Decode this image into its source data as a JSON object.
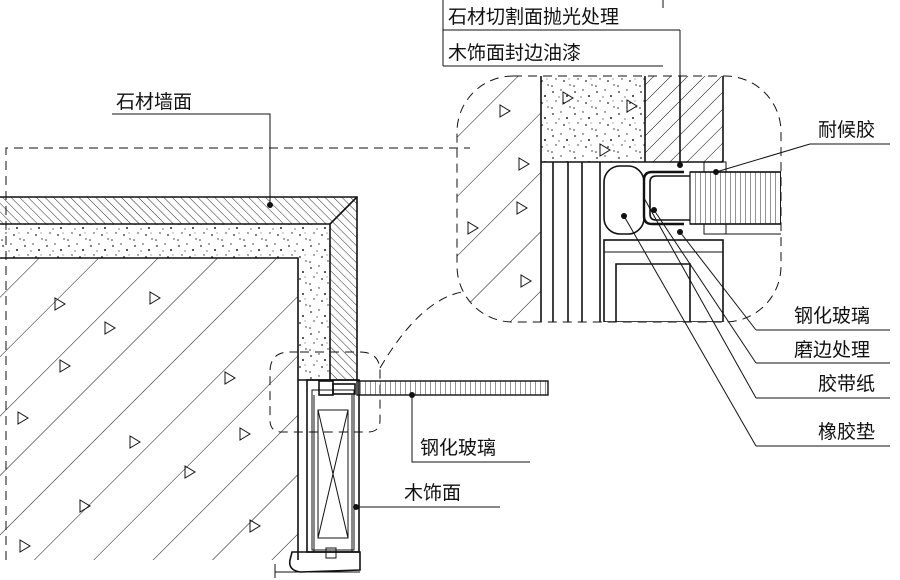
{
  "labels": {
    "stone_wall": "石材墙面",
    "stone_cut_polish": "石材切割面抛光处理",
    "wood_edge_paint": "木饰面封边油漆",
    "weather_sealant": "耐候胶",
    "tempered_glass_detail": "钢化玻璃",
    "edge_grinding": "磨边处理",
    "tape_paper": "胶带纸",
    "rubber_gasket": "橡胶垫",
    "tempered_glass_main": "钢化玻璃",
    "wood_veneer": "木饰面"
  },
  "colors": {
    "ink": "#111111",
    "paper": "#ffffff"
  }
}
